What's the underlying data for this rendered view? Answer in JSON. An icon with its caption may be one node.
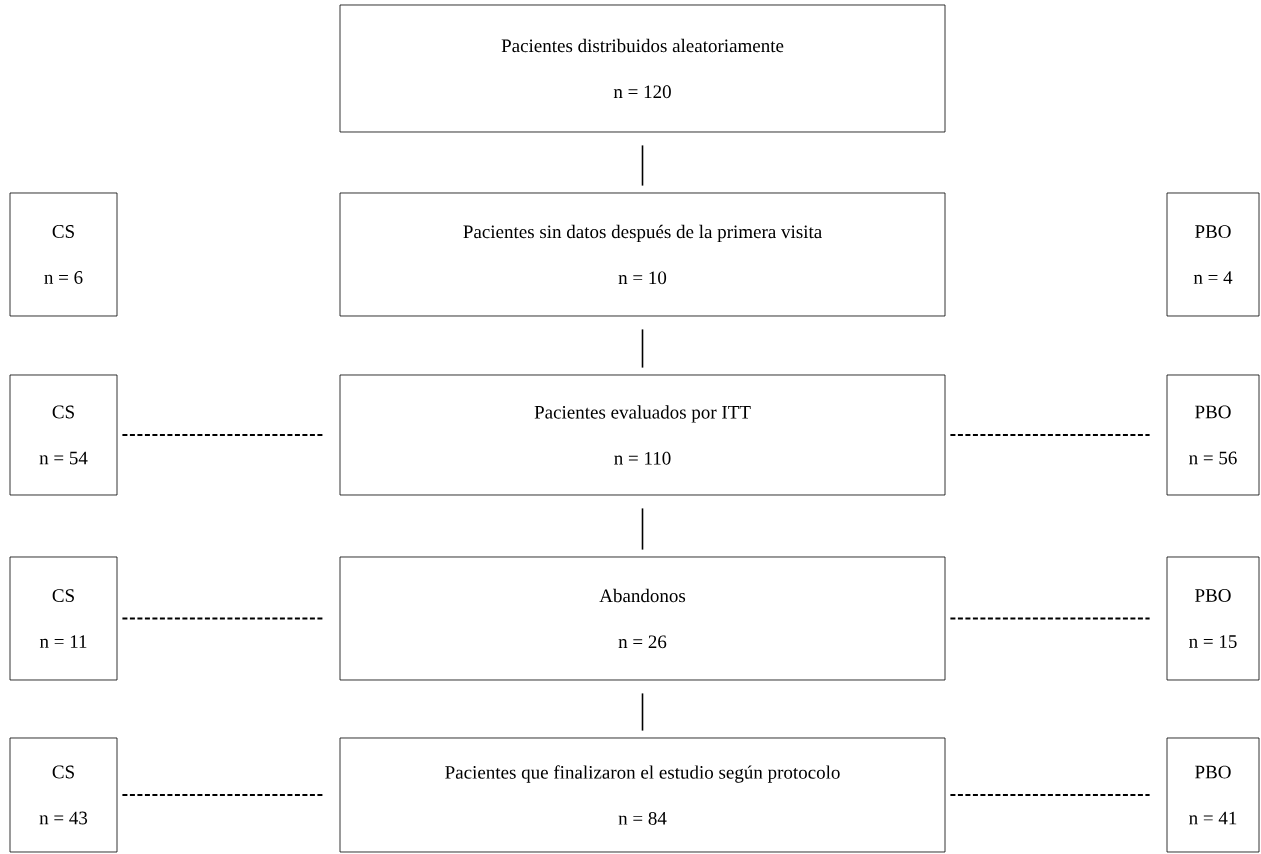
{
  "diagram": {
    "nodes": [
      {
        "text": [
          "Pacientes distribuidos aleatoriamente",
          "n = 120"
        ]
      },
      {
        "text": [
          "CS",
          "n = 6"
        ]
      },
      {
        "text": [
          "Pacientes sin datos después de la primera visita",
          "n = 10"
        ]
      },
      {
        "text": [
          "PBO",
          "n = 4"
        ]
      },
      {
        "text": [
          "CS",
          "n = 54"
        ]
      },
      {
        "text": [
          "Pacientes evaluados por ITT",
          "n = 110"
        ]
      },
      {
        "text": [
          "PBO",
          "n = 56"
        ]
      },
      {
        "text": [
          "CS",
          "n = 11"
        ]
      },
      {
        "text": [
          "Abandonos",
          "n = 26"
        ]
      },
      {
        "text": [
          "PBO",
          "n = 15"
        ]
      },
      {
        "text": [
          "CS",
          "n = 43"
        ]
      },
      {
        "text": [
          "Pacientes que finalizaron el estudio según protocolo",
          "n = 84"
        ]
      },
      {
        "text": [
          "PBO",
          "n = 41"
        ]
      }
    ],
    "edges": [
      {
        "from": 0,
        "to": 2,
        "arrow": "none"
      },
      {
        "from": 2,
        "to": 5,
        "arrow": "none"
      },
      {
        "from": 4,
        "to": 5,
        "arrow": "none",
        "style": "dashed"
      },
      {
        "from": 5,
        "to": 6,
        "arrow": "none",
        "style": "dashed"
      },
      {
        "from": 5,
        "to": 8,
        "arrow": "none"
      },
      {
        "from": 7,
        "to": 8,
        "arrow": "none",
        "style": "dashed"
      },
      {
        "from": 8,
        "to": 9,
        "arrow": "none",
        "style": "dashed"
      },
      {
        "from": 8,
        "to": 11,
        "arrow": "none"
      },
      {
        "from": 10,
        "to": 11,
        "arrow": "none",
        "style": "dashed"
      },
      {
        "from": 11,
        "to": 12,
        "arrow": "none",
        "style": "dashed"
      }
    ]
  }
}
